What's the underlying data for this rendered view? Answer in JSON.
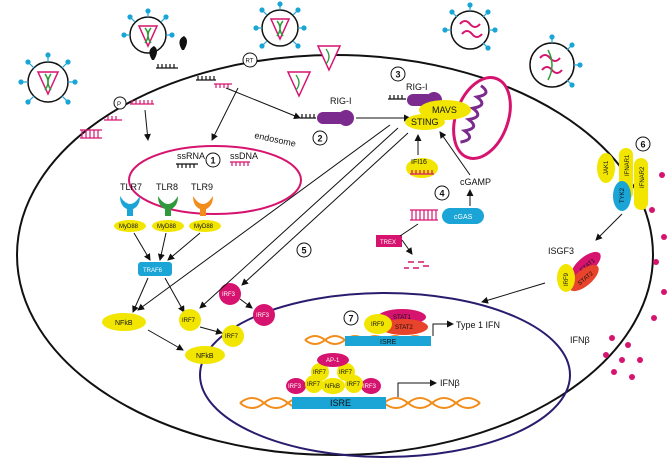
{
  "labels": {
    "rt": "RT",
    "p": "P",
    "endosome": "endosome",
    "ssrna": "ssRNA",
    "ssdna": "ssDNA",
    "tlr7": "TLR7",
    "tlr8": "TLR8",
    "tlr9": "TLR9",
    "myd88": "MyD88",
    "traf6": "TRAF6",
    "nfkb": "NFkB",
    "irf7": "IRF7",
    "irf3": "IRF3",
    "rigi": "RIG-I",
    "mavs": "MAVS",
    "sting": "STING",
    "ifi16": "IFI16",
    "cgamp": "cGAMP",
    "cgas": "cGAS",
    "trex": "TREX",
    "isgf3": "ISGF3",
    "jak1": "JAK1",
    "tyk2": "TYK2",
    "ifnar1": "IFNAR1",
    "ifnar2": "IFNAR2",
    "stat1": "STAT1",
    "stat2": "STAT2",
    "irf9": "IRF9",
    "isre": "ISRE",
    "ap1": "AP-1",
    "type1ifn": "Type 1 IFN",
    "ifnb": "IFNβ",
    "ifnb_ext": "IFNβ"
  },
  "step_numbers": [
    "1",
    "2",
    "3",
    "4",
    "5",
    "6",
    "7"
  ],
  "colors": {
    "magenta": "#d6146f",
    "purple": "#7b2a8e",
    "yellow": "#f2e600",
    "teal": "#1aa5d6",
    "orange": "#f28c1a",
    "green": "#2e9a3c",
    "navy": "#2b1b6e",
    "red": "#e8432b"
  }
}
